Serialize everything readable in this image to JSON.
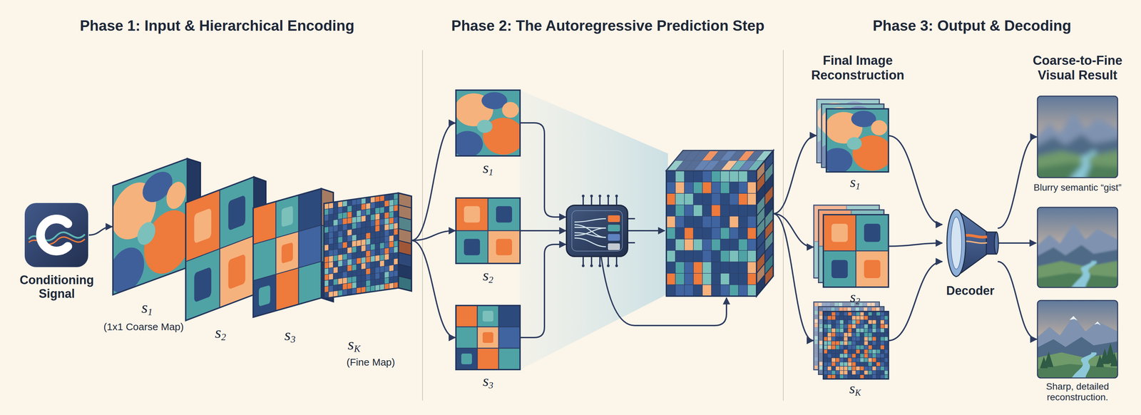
{
  "diagram": {
    "nodes": [
      {
        "text": [
          "Conditioning Signal"
        ]
      },
      {
        "text": [
          "s1",
          "(1x1 Coarse Map)"
        ]
      },
      {
        "text": [
          "s2"
        ]
      },
      {
        "text": [
          "s3"
        ]
      },
      {
        "text": [
          "sK",
          "(Fine Map)"
        ]
      },
      {
        "text": [
          "s1"
        ]
      },
      {
        "text": [
          "s2"
        ]
      },
      {
        "text": [
          "s3"
        ]
      },
      {
        "text": [
          "s1"
        ]
      },
      {
        "text": [
          "s2"
        ]
      },
      {
        "text": [
          "sK"
        ]
      },
      {
        "text": [
          "Decoder"
        ]
      },
      {
        "text": [
          "Blurry semantic “gist”"
        ]
      },
      {
        "text": [
          "Sharp, detailed reconstruction."
        ]
      }
    ],
    "edges": [
      {
        "from": 0,
        "to": 1,
        "arrow": "to"
      },
      {
        "from": 4,
        "to": 5,
        "arrow": "to"
      },
      {
        "from": 4,
        "to": 6,
        "arrow": "to"
      },
      {
        "from": 4,
        "to": 7,
        "arrow": "to"
      },
      {
        "from": 8,
        "to": 11,
        "arrow": "to"
      },
      {
        "from": 9,
        "to": 11,
        "arrow": "to"
      },
      {
        "from": 10,
        "to": 11,
        "arrow": "to"
      },
      {
        "from": 11,
        "to": 12,
        "arrow": "to"
      },
      {
        "from": 11,
        "to": 13,
        "arrow": "to"
      }
    ],
    "labels": [
      "Phase 1: Input & Hierarchical Encoding",
      "Phase 2: The Autoregressive Prediction Step",
      "Phase 3: Output & Decoding",
      "Final Image Reconstruction",
      "Coarse-to-Fine Visual Result"
    ]
  }
}
